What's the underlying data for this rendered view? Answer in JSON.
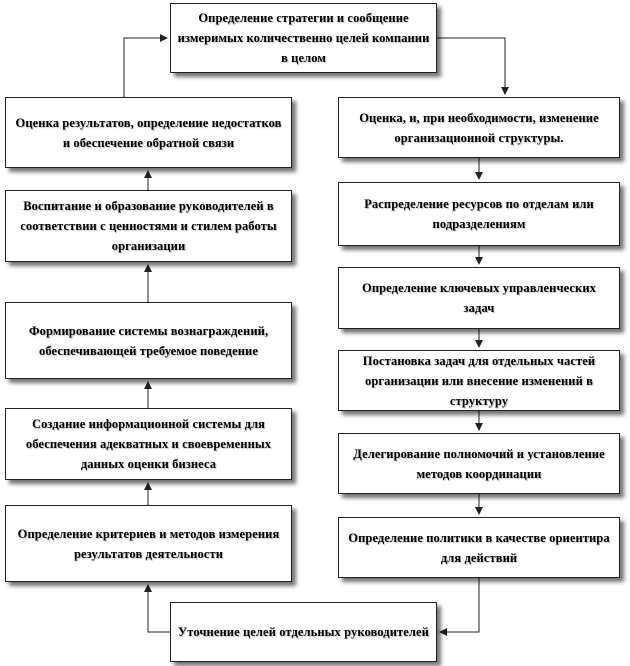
{
  "diagram": {
    "top": "Определение стратегии и сообщение измеримых количественно целей компании в целом",
    "right": [
      "Оценка, и, при необходимости, изменение организационной  структуры.",
      "Распределение ресурсов по отделам или подразделениям",
      "Определение ключевых управленческих  задач",
      "Постановка задач для отдельных частей организации или внесение изменений в структуру",
      "Делегирование полномочий и установление методов координации",
      "Определение политики в качестве ориентира для действий"
    ],
    "bottom": "Уточнение целей отдельных руководителей",
    "left": [
      "Оценка результатов, определение недостатков и обеспечение обратной связи",
      "Воспитание и образование руководителей в соответствии с ценностями и стилем работы организации",
      "Формирование системы вознаграждений, обеспечивающей требуемое  поведение",
      "Создание информационной  системы для обеспечения адекватных и своевременных данных оценки бизнеса",
      "Определение критериев и методов измерения результатов  деятельности"
    ]
  }
}
